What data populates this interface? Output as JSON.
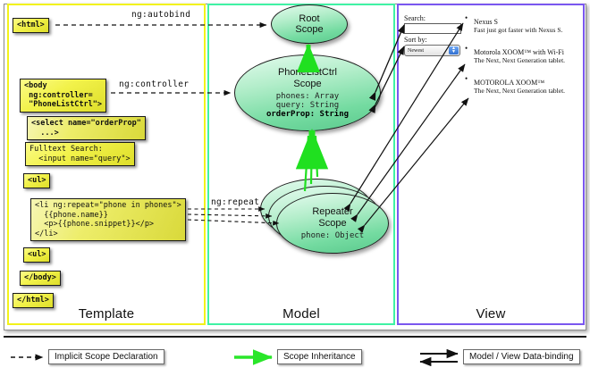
{
  "panels": [
    {
      "id": "template",
      "label": "Template",
      "border_color": "#f2f21a"
    },
    {
      "id": "model",
      "label": "Model",
      "border_color": "#3ff2a4"
    },
    {
      "id": "view",
      "label": "View",
      "border_color": "#7a57ef"
    }
  ],
  "template": {
    "boxes": [
      {
        "name": "html-open-tag",
        "text": "<html>"
      },
      {
        "name": "body-controller-tag",
        "text": "<body\n ng:controller=\n \"PhoneListCtrl\">"
      },
      {
        "name": "select-orderprop-tag",
        "text": "<select name=\"orderProp\"\n  ...>"
      },
      {
        "name": "fulltext-search-input",
        "text": "Fulltext Search:\n  <input name=\"query\">"
      },
      {
        "name": "ul-open-tag",
        "text": "<ul>"
      },
      {
        "name": "li-ngrepeat-tag",
        "text": "<li ng:repeat=\"phone in phones\">\n  {{phone.name}}\n  <p>{{phone.snippet}}</p>\n</li>"
      },
      {
        "name": "ul-close-tag",
        "text": "<ul>"
      },
      {
        "name": "body-close-tag",
        "text": "</body>"
      },
      {
        "name": "html-close-tag",
        "text": "</html>"
      }
    ]
  },
  "connectors": {
    "autobind": "ng:autobind",
    "controller": "ng:controller",
    "repeat": "ng:repeat"
  },
  "model": {
    "scopes": [
      {
        "name": "root-scope",
        "title_line1": "Root",
        "title_line2": "Scope",
        "props": []
      },
      {
        "name": "phonelistctrl-scope",
        "title_line1": "PhoneListCtrl",
        "title_line2": "Scope",
        "props": [
          {
            "text": "phones: Array",
            "bold": false
          },
          {
            "text": "query: String",
            "bold": false
          },
          {
            "text": "orderProp: String",
            "bold": true
          }
        ]
      },
      {
        "name": "repeater-scope",
        "title_line1": "Repeater",
        "title_line2": "Scope",
        "props": [
          {
            "text": "phone: Object",
            "bold": false
          }
        ]
      }
    ]
  },
  "view": {
    "search_label": "Search:",
    "search_value": "",
    "search_placeholder": "",
    "sort_label": "Sort by:",
    "sort_selected": "Newest",
    "sort_options": [
      "Newest"
    ],
    "phones": [
      {
        "name": "Nexus S",
        "snippet": "Fast just got faster with Nexus S."
      },
      {
        "name": "Motorola XOOM™ with Wi-Fi",
        "snippet": "The Next, Next Generation tablet."
      },
      {
        "name": "MOTOROLA XOOM™",
        "snippet": "The Next, Next Generation tablet."
      }
    ]
  },
  "legend": [
    {
      "name": "implicit-scope-declaration",
      "label": "Implicit Scope Declaration",
      "style": "dashed-arrow",
      "color": "#1a1a1a"
    },
    {
      "name": "scope-inheritance",
      "label": "Scope Inheritance",
      "style": "solid-arrow",
      "color": "#2ae62a"
    },
    {
      "name": "model-view-data-binding",
      "label": "Model / View Data-binding",
      "style": "double-arrow",
      "color": "#1a1a1a"
    }
  ]
}
